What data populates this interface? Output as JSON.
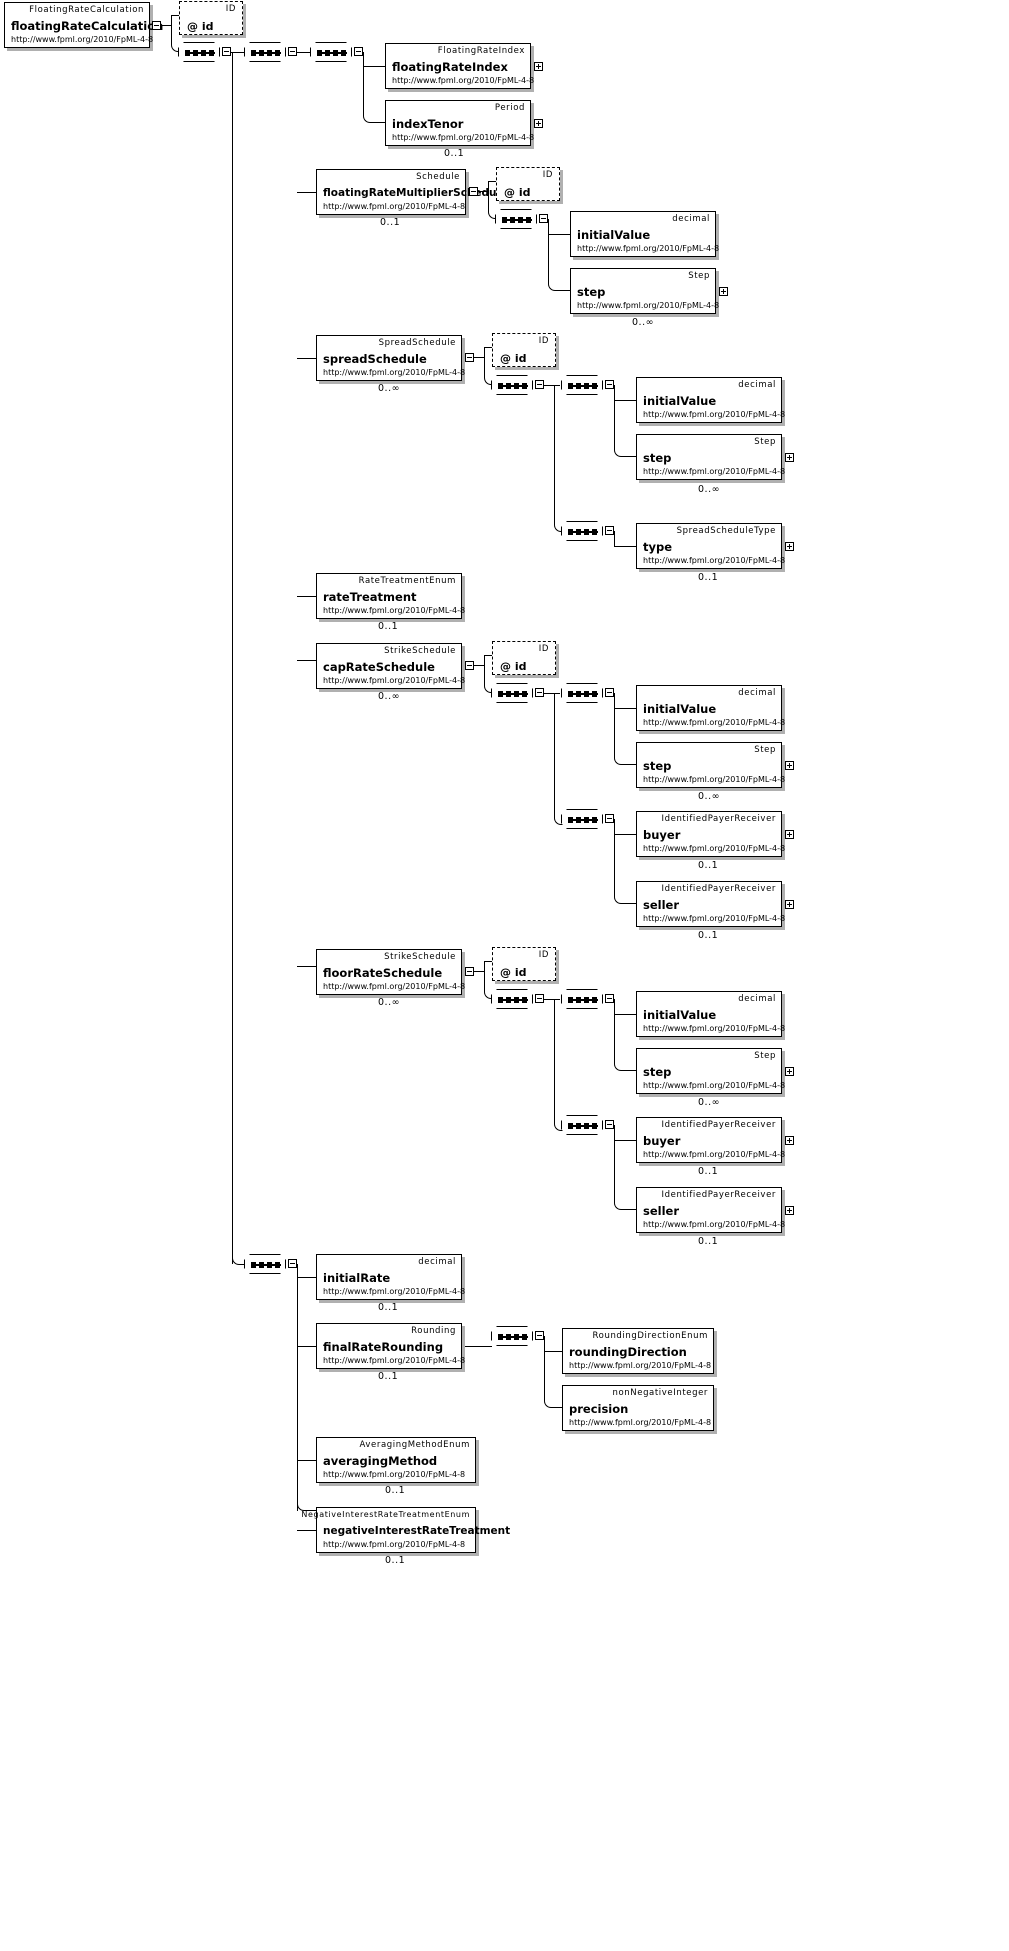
{
  "diagram": {
    "title": "floatingRateCalculation",
    "namespace": "http://www.fpml.org/2010/FpML-4-8",
    "root_type": "FloatingRateCalculation"
  },
  "labels": {
    "at_id": "@ id",
    "id_type": "ID",
    "card_0_1": "0..1",
    "card_0_n": "0..∞"
  },
  "nodes": {
    "root": {
      "type": "FloatingRateCalculation",
      "name": "floatingRateCalculation",
      "ns": "http://www.fpml.org/2010/FpML-4-8"
    },
    "fri": {
      "type": "FloatingRateIndex",
      "name": "floatingRateIndex",
      "ns": "http://www.fpml.org/2010/FpML-4-8"
    },
    "tenor": {
      "type": "Period",
      "name": "indexTenor",
      "ns": "http://www.fpml.org/2010/FpML-4-8",
      "card": "0..1"
    },
    "frms": {
      "type": "Schedule",
      "name": "floatingRateMultiplierSchedule",
      "ns": "http://www.fpml.org/2010/FpML-4-8",
      "card": "0..1"
    },
    "frms_iv": {
      "type": "decimal",
      "name": "initialValue",
      "ns": "http://www.fpml.org/2010/FpML-4-8"
    },
    "frms_step": {
      "type": "Step",
      "name": "step",
      "ns": "http://www.fpml.org/2010/FpML-4-8",
      "card": "0..∞"
    },
    "spread": {
      "type": "SpreadSchedule",
      "name": "spreadSchedule",
      "ns": "http://www.fpml.org/2010/FpML-4-8",
      "card": "0..∞"
    },
    "spread_iv": {
      "type": "decimal",
      "name": "initialValue",
      "ns": "http://www.fpml.org/2010/FpML-4-8"
    },
    "spread_step": {
      "type": "Step",
      "name": "step",
      "ns": "http://www.fpml.org/2010/FpML-4-8",
      "card": "0..∞"
    },
    "spread_type": {
      "type": "SpreadScheduleType",
      "name": "type",
      "ns": "http://www.fpml.org/2010/FpML-4-8",
      "card": "0..1"
    },
    "ratetreat": {
      "type": "RateTreatmentEnum",
      "name": "rateTreatment",
      "ns": "http://www.fpml.org/2010/FpML-4-8",
      "card": "0..1"
    },
    "cap": {
      "type": "StrikeSchedule",
      "name": "capRateSchedule",
      "ns": "http://www.fpml.org/2010/FpML-4-8",
      "card": "0..∞"
    },
    "cap_iv": {
      "type": "decimal",
      "name": "initialValue",
      "ns": "http://www.fpml.org/2010/FpML-4-8"
    },
    "cap_step": {
      "type": "Step",
      "name": "step",
      "ns": "http://www.fpml.org/2010/FpML-4-8",
      "card": "0..∞"
    },
    "cap_buyer": {
      "type": "IdentifiedPayerReceiver",
      "name": "buyer",
      "ns": "http://www.fpml.org/2010/FpML-4-8",
      "card": "0..1"
    },
    "cap_seller": {
      "type": "IdentifiedPayerReceiver",
      "name": "seller",
      "ns": "http://www.fpml.org/2010/FpML-4-8",
      "card": "0..1"
    },
    "floor": {
      "type": "StrikeSchedule",
      "name": "floorRateSchedule",
      "ns": "http://www.fpml.org/2010/FpML-4-8",
      "card": "0..∞"
    },
    "floor_iv": {
      "type": "decimal",
      "name": "initialValue",
      "ns": "http://www.fpml.org/2010/FpML-4-8"
    },
    "floor_step": {
      "type": "Step",
      "name": "step",
      "ns": "http://www.fpml.org/2010/FpML-4-8",
      "card": "0..∞"
    },
    "floor_buyer": {
      "type": "IdentifiedPayerReceiver",
      "name": "buyer",
      "ns": "http://www.fpml.org/2010/FpML-4-8",
      "card": "0..1"
    },
    "floor_seller": {
      "type": "IdentifiedPayerReceiver",
      "name": "seller",
      "ns": "http://www.fpml.org/2010/FpML-4-8",
      "card": "0..1"
    },
    "initrate": {
      "type": "decimal",
      "name": "initialRate",
      "ns": "http://www.fpml.org/2010/FpML-4-8",
      "card": "0..1"
    },
    "rounding": {
      "type": "Rounding",
      "name": "finalRateRounding",
      "ns": "http://www.fpml.org/2010/FpML-4-8",
      "card": "0..1"
    },
    "rdir": {
      "type": "RoundingDirectionEnum",
      "name": "roundingDirection",
      "ns": "http://www.fpml.org/2010/FpML-4-8"
    },
    "precision": {
      "type": "nonNegativeInteger",
      "name": "precision",
      "ns": "http://www.fpml.org/2010/FpML-4-8"
    },
    "avgmethod": {
      "type": "AveragingMethodEnum",
      "name": "averagingMethod",
      "ns": "http://www.fpml.org/2010/FpML-4-8",
      "card": "0..1"
    },
    "negint": {
      "type": "NegativeInterestRateTreatmentEnum",
      "name": "negativeInterestRateTreatment",
      "ns": "http://www.fpml.org/2010/FpML-4-8",
      "card": "0..1"
    }
  }
}
